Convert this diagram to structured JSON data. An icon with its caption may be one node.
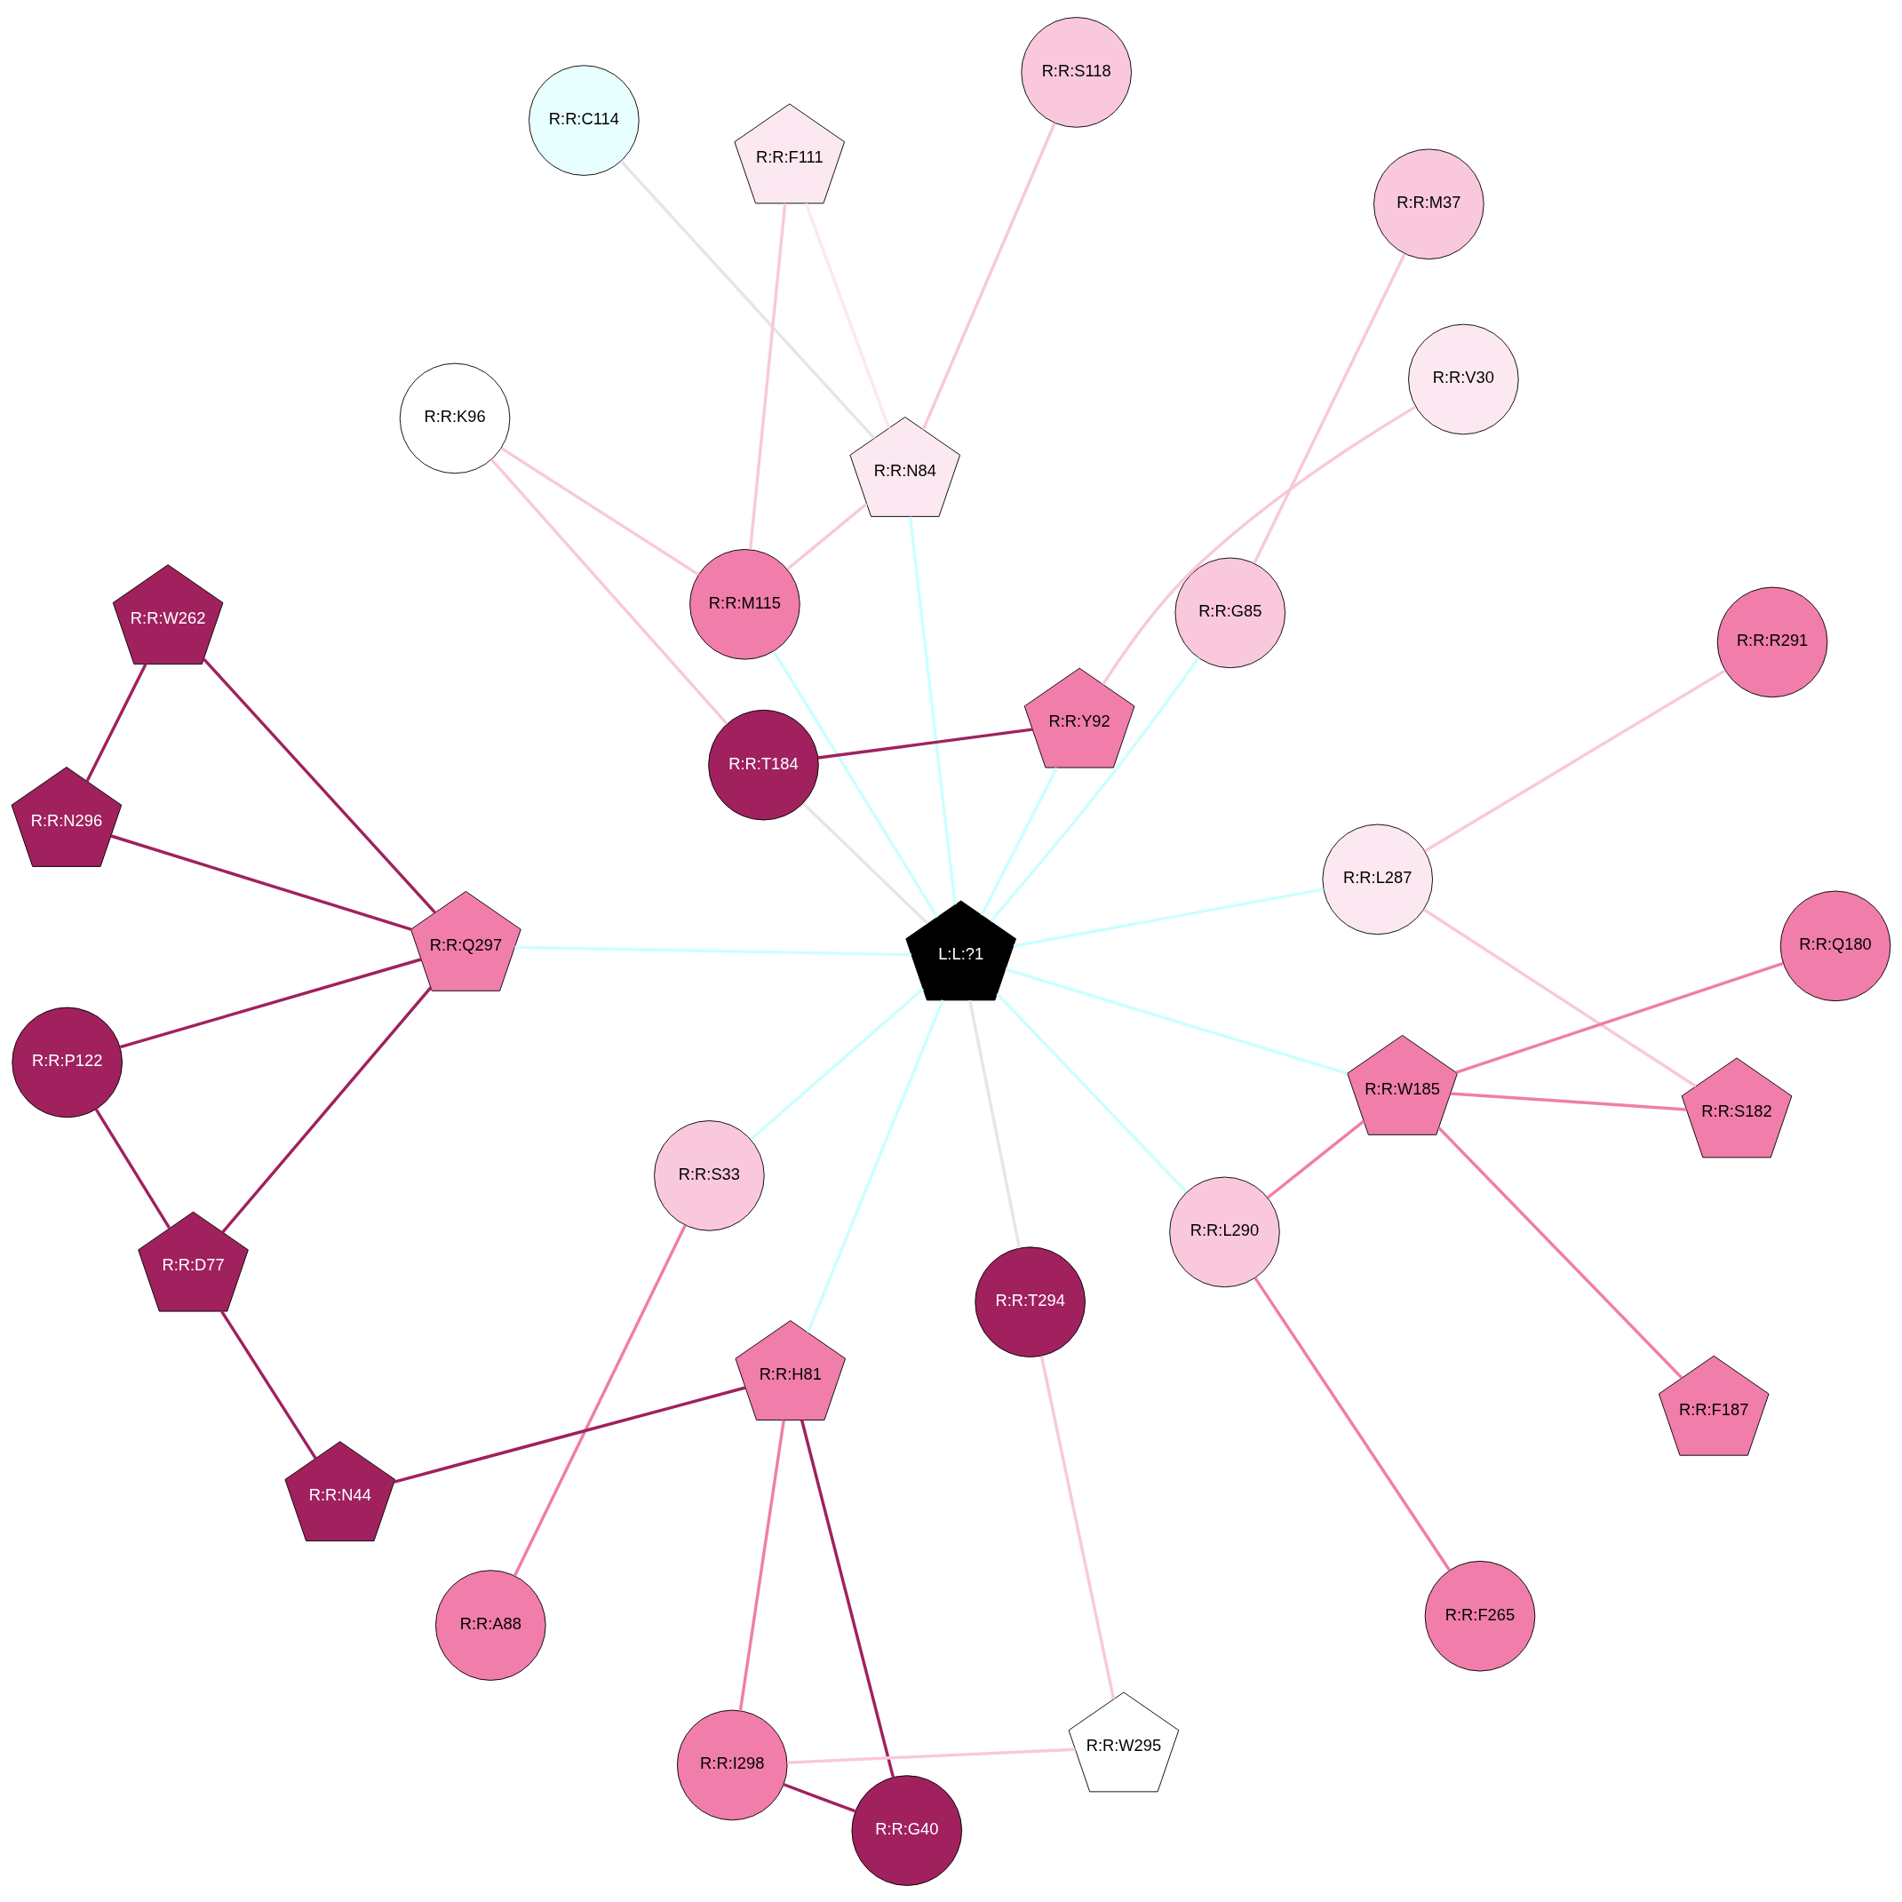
{
  "diagram": {
    "nodes": [
      {
        "text": [
          "L:L:?1"
        ]
      },
      {
        "text": [
          "R:R:V30"
        ]
      },
      {
        "text": [
          "R:R:A88"
        ]
      },
      {
        "text": [
          "R:R:M37"
        ]
      },
      {
        "text": [
          "R:R:G40"
        ]
      },
      {
        "text": [
          "R:R:N296"
        ]
      },
      {
        "text": [
          "R:R:N44"
        ]
      },
      {
        "text": [
          "R:R:W295"
        ]
      },
      {
        "text": [
          "R:R:S33"
        ]
      },
      {
        "text": [
          "R:R:G85"
        ]
      },
      {
        "text": [
          "R:R:H81"
        ]
      },
      {
        "text": [
          "R:R:D77"
        ]
      },
      {
        "text": [
          "R:R:R291"
        ]
      },
      {
        "text": [
          "R:R:Q297"
        ]
      },
      {
        "text": [
          "R:R:N84"
        ]
      },
      {
        "text": [
          "R:R:F265"
        ]
      },
      {
        "text": [
          "R:R:T294"
        ]
      },
      {
        "text": [
          "R:R:Y92"
        ]
      },
      {
        "text": [
          "R:R:I298"
        ]
      },
      {
        "text": [
          "R:R:W262"
        ]
      },
      {
        "text": [
          "R:R:L290"
        ]
      },
      {
        "text": [
          "R:R:M115"
        ]
      },
      {
        "text": [
          "R:R:F111"
        ]
      },
      {
        "text": [
          "R:R:L287"
        ]
      },
      {
        "text": [
          "R:R:T184"
        ]
      },
      {
        "text": [
          "R:R:F187"
        ]
      },
      {
        "text": [
          "R:R:W185"
        ]
      },
      {
        "text": [
          "R:R:C114"
        ]
      },
      {
        "text": [
          "R:R:S182"
        ]
      },
      {
        "text": [
          "R:R:S118"
        ]
      },
      {
        "text": [
          "R:R:Q180"
        ]
      },
      {
        "text": [
          "R:R:P122"
        ]
      },
      {
        "text": [
          "R:R:K96"
        ]
      }
    ],
    "edges": [
      {
        "from": 0,
        "to": 8,
        "arrow": "none",
        "color": "#ccffff"
      },
      {
        "from": 0,
        "to": 9,
        "arrow": "none",
        "color": "#ccffff"
      },
      {
        "from": 0,
        "to": 10,
        "arrow": "none",
        "color": "#ccffff"
      },
      {
        "from": 0,
        "to": 13,
        "arrow": "none",
        "color": "#ccffff"
      },
      {
        "from": 0,
        "to": 14,
        "arrow": "none",
        "color": "#ccffff"
      },
      {
        "from": 0,
        "to": 16,
        "arrow": "none",
        "color": "#e6e6e6"
      },
      {
        "from": 0,
        "to": 17,
        "arrow": "none",
        "color": "#ccffff"
      },
      {
        "from": 0,
        "to": 20,
        "arrow": "none",
        "color": "#ccffff"
      },
      {
        "from": 0,
        "to": 21,
        "arrow": "none",
        "color": "#ccffff"
      },
      {
        "from": 0,
        "to": 23,
        "arrow": "none",
        "color": "#ccffff"
      },
      {
        "from": 0,
        "to": 26,
        "arrow": "none",
        "color": "#ccffff"
      },
      {
        "from": 0,
        "to": 24,
        "arrow": "none",
        "color": "#e6e6e6"
      },
      {
        "from": 2,
        "to": 8,
        "arrow": "none",
        "color": "#f07daa"
      },
      {
        "from": 3,
        "to": 9,
        "arrow": "none",
        "color": "#f9c8dc"
      },
      {
        "from": 1,
        "to": 17,
        "arrow": "none",
        "color": "#f9c8dc"
      },
      {
        "from": 4,
        "to": 10,
        "arrow": "none",
        "color": "#a0215e"
      },
      {
        "from": 4,
        "to": 18,
        "arrow": "none",
        "color": "#a0215e"
      },
      {
        "from": 6,
        "to": 10,
        "arrow": "none",
        "color": "#a0215e"
      },
      {
        "from": 6,
        "to": 11,
        "arrow": "none",
        "color": "#a0215e"
      },
      {
        "from": 10,
        "to": 18,
        "arrow": "none",
        "color": "#f07daa"
      },
      {
        "from": 13,
        "to": 11,
        "arrow": "none",
        "color": "#a0215e"
      },
      {
        "from": 5,
        "to": 13,
        "arrow": "none",
        "color": "#a0215e"
      },
      {
        "from": 5,
        "to": 19,
        "arrow": "none",
        "color": "#a0215e"
      },
      {
        "from": 13,
        "to": 19,
        "arrow": "none",
        "color": "#a0215e"
      },
      {
        "from": 13,
        "to": 31,
        "arrow": "none",
        "color": "#a0215e"
      },
      {
        "from": 7,
        "to": 18,
        "arrow": "none",
        "color": "#f9c8dc"
      },
      {
        "from": 7,
        "to": 16,
        "arrow": "none",
        "color": "#f9c8dc"
      },
      {
        "from": 12,
        "to": 23,
        "arrow": "none",
        "color": "#f9c8dc"
      },
      {
        "from": 15,
        "to": 20,
        "arrow": "none",
        "color": "#f07daa"
      },
      {
        "from": 20,
        "to": 26,
        "arrow": "none",
        "color": "#f07daa"
      },
      {
        "from": 14,
        "to": 21,
        "arrow": "none",
        "color": "#f9c8dc"
      },
      {
        "from": 14,
        "to": 29,
        "arrow": "none",
        "color": "#f9c8dc"
      },
      {
        "from": 14,
        "to": 27,
        "arrow": "none",
        "color": "#e6e6e6"
      },
      {
        "from": 14,
        "to": 22,
        "arrow": "none",
        "color": "#fce8f0"
      },
      {
        "from": 17,
        "to": 24,
        "arrow": "none",
        "color": "#a0215e"
      },
      {
        "from": 21,
        "to": 32,
        "arrow": "none",
        "color": "#f9c8dc"
      },
      {
        "from": 24,
        "to": 32,
        "arrow": "none",
        "color": "#f9c8dc"
      },
      {
        "from": 21,
        "to": 22,
        "arrow": "none",
        "color": "#f9c8dc"
      },
      {
        "from": 11,
        "to": 31,
        "arrow": "none",
        "color": "#a0215e"
      },
      {
        "from": 25,
        "to": 26,
        "arrow": "none",
        "color": "#f07daa"
      },
      {
        "from": 26,
        "to": 28,
        "arrow": "none",
        "color": "#f07daa"
      },
      {
        "from": 26,
        "to": 30,
        "arrow": "none",
        "color": "#f07daa"
      },
      {
        "from": 23,
        "to": 28,
        "arrow": "none",
        "color": "#f9c8dc"
      }
    ]
  }
}
